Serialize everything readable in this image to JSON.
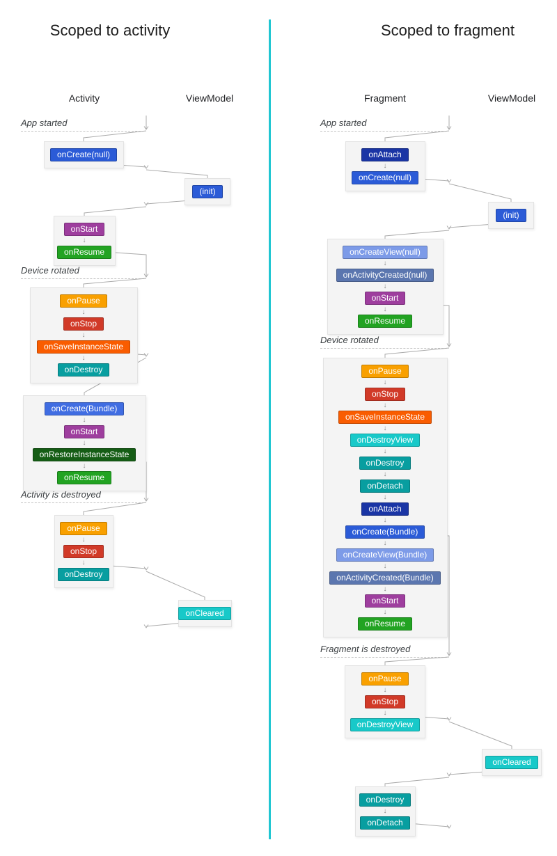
{
  "colors": {
    "divider": "#20c6d2",
    "connector": "#ababab",
    "group_background": "#f4f4f4",
    "group_border": "#e3e3e3"
  },
  "icons": {
    "down_arrow": "↓"
  },
  "panels": [
    {
      "title": "Scoped to activity",
      "columns": [
        "Activity",
        "ViewModel"
      ],
      "events": [
        "App started",
        "Device rotated",
        "Activity is destroyed"
      ],
      "groups": [
        {
          "boxes": [
            {
              "label": "onCreate(null)",
              "color": "#2b5bd7"
            }
          ]
        },
        {
          "boxes": [
            {
              "label": "(init)",
              "color": "#2b5bd7"
            }
          ]
        },
        {
          "boxes": [
            {
              "label": "onStart",
              "color": "#9e3e9e"
            },
            {
              "label": "onResume",
              "color": "#22a322"
            }
          ]
        },
        {
          "boxes": [
            {
              "label": "onPause",
              "color": "#f9a000"
            },
            {
              "label": "onStop",
              "color": "#d13a28"
            },
            {
              "label": "onSaveInstanceState",
              "color": "#f95c00"
            },
            {
              "label": "onDestroy",
              "color": "#089ea0"
            }
          ]
        },
        {
          "boxes": [
            {
              "label": "onCreate(Bundle)",
              "color": "#406de2"
            },
            {
              "label": "onStart",
              "color": "#9e3e9e"
            },
            {
              "label": "onRestoreInstanceState",
              "color": "#155d15"
            },
            {
              "label": "onResume",
              "color": "#22a322"
            }
          ]
        },
        {
          "boxes": [
            {
              "label": "onPause",
              "color": "#f9a000"
            },
            {
              "label": "onStop",
              "color": "#d13a28"
            },
            {
              "label": "onDestroy",
              "color": "#089ea0"
            }
          ]
        },
        {
          "boxes": [
            {
              "label": "onCleared",
              "color": "#18c9c9"
            }
          ]
        }
      ]
    },
    {
      "title": "Scoped to fragment",
      "columns": [
        "Fragment",
        "ViewModel"
      ],
      "events": [
        "App started",
        "Device rotated",
        "Fragment is destroyed"
      ],
      "groups": [
        {
          "boxes": [
            {
              "label": "onAttach",
              "color": "#1a35a5"
            },
            {
              "label": "onCreate(null)",
              "color": "#2b5bd7"
            }
          ]
        },
        {
          "boxes": [
            {
              "label": "(init)",
              "color": "#2b5bd7"
            }
          ]
        },
        {
          "boxes": [
            {
              "label": "onCreateView(null)",
              "color": "#7d9be8"
            },
            {
              "label": "onActivityCreated(null)",
              "color": "#5b76af"
            },
            {
              "label": "onStart",
              "color": "#9e3e9e"
            },
            {
              "label": "onResume",
              "color": "#22a322"
            }
          ]
        },
        {
          "boxes": [
            {
              "label": "onPause",
              "color": "#f9a000"
            },
            {
              "label": "onStop",
              "color": "#d13a28"
            },
            {
              "label": "onSaveInstanceState",
              "color": "#f95c00"
            },
            {
              "label": "onDestroyView",
              "color": "#18c9c9"
            },
            {
              "label": "onDestroy",
              "color": "#089ea0"
            },
            {
              "label": "onDetach",
              "color": "#089ea0"
            },
            {
              "label": "onAttach",
              "color": "#1a35a5"
            },
            {
              "label": "onCreate(Bundle)",
              "color": "#2b5bd7"
            },
            {
              "label": "onCreateView(Bundle)",
              "color": "#7d9be8"
            },
            {
              "label": "onActivityCreated(Bundle)",
              "color": "#5b76af"
            },
            {
              "label": "onStart",
              "color": "#9e3e9e"
            },
            {
              "label": "onResume",
              "color": "#22a322"
            }
          ]
        },
        {
          "boxes": [
            {
              "label": "onPause",
              "color": "#f9a000"
            },
            {
              "label": "onStop",
              "color": "#d13a28"
            },
            {
              "label": "onDestroyView",
              "color": "#18c9c9"
            }
          ]
        },
        {
          "boxes": [
            {
              "label": "onCleared",
              "color": "#18c9c9"
            }
          ]
        },
        {
          "boxes": [
            {
              "label": "onDestroy",
              "color": "#089ea0"
            },
            {
              "label": "onDetach",
              "color": "#089ea0"
            }
          ]
        }
      ]
    }
  ]
}
